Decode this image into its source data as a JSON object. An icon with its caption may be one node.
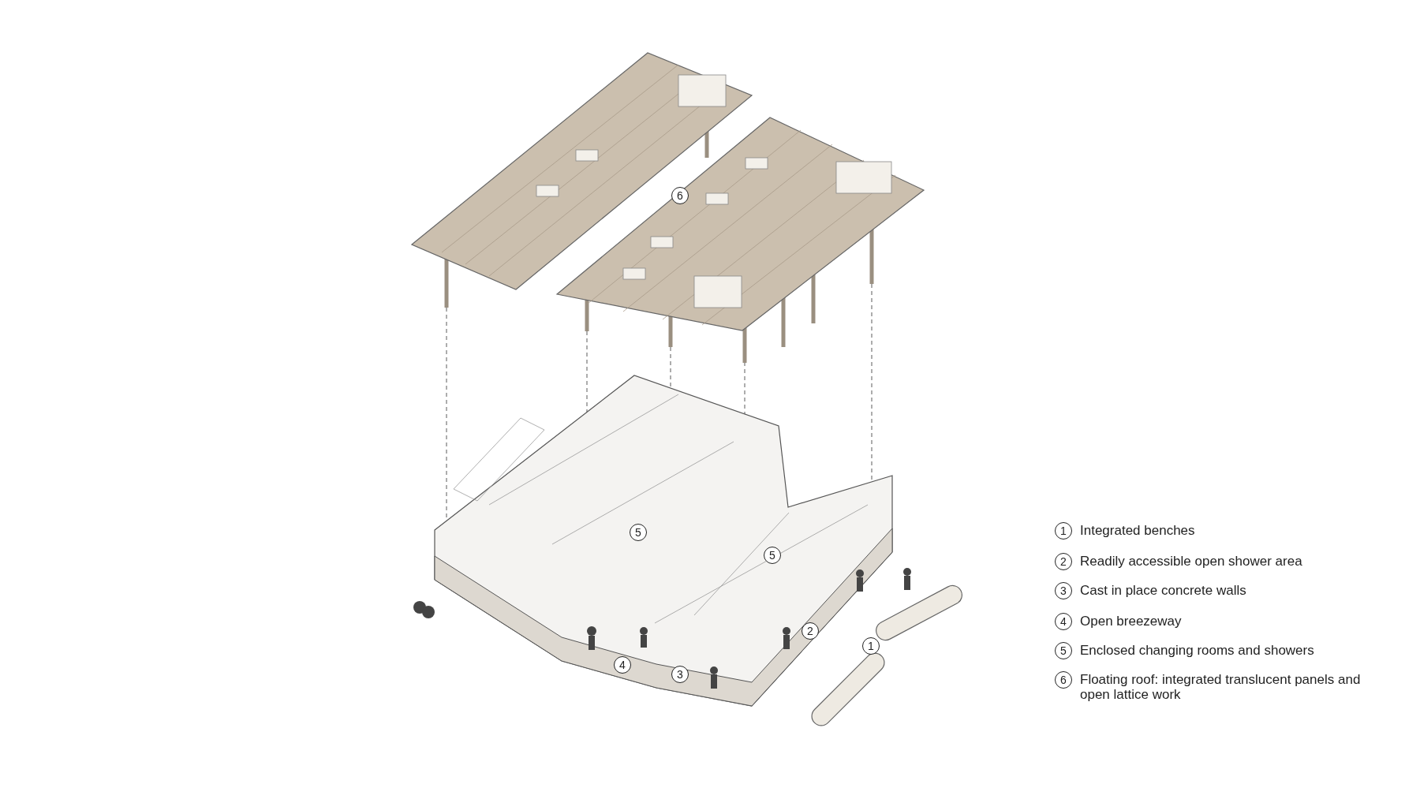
{
  "diagram": {
    "labels": [
      "6",
      "5",
      "5",
      "2",
      "1",
      "4",
      "3",
      "1",
      "Integrated benches",
      "2",
      "Readily accessible open shower area",
      "3",
      "Cast in place concrete walls",
      "4",
      "Open breezeway",
      "5",
      "Enclosed changing rooms and showers",
      "6",
      "Floating roof: integrated translucent panels and open lattice work"
    ]
  }
}
